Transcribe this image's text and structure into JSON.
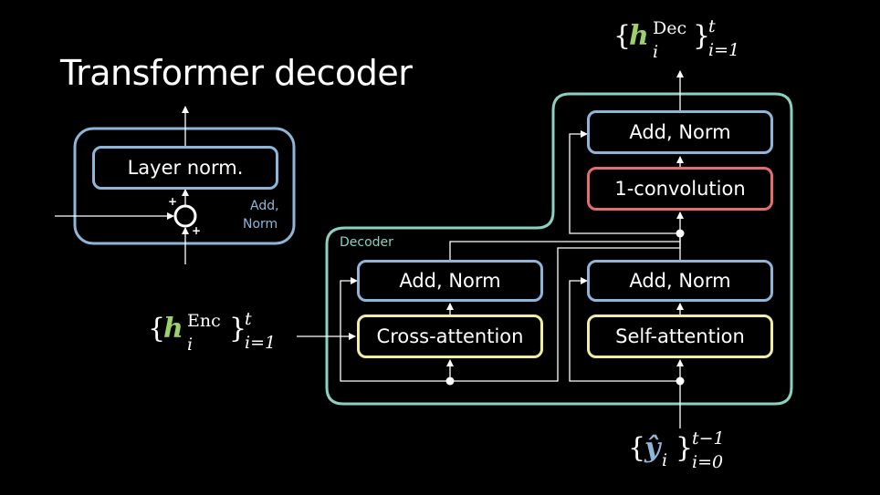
{
  "title": "Transformer decoder",
  "colors": {
    "background": "#000000",
    "add_norm_border": "#8fb6d9",
    "decoder_border": "#8ad1c2",
    "convolution_border": "#e46d70",
    "attention_border": "#f1eda2",
    "h_symbol": "#9bd06b",
    "y_symbol": "#8fb6d9"
  },
  "legend": {
    "layer_norm_label": "Layer norm.",
    "add_norm_caption_line1": "Add,",
    "add_norm_caption_line2": "Norm",
    "plus_top": "+",
    "plus_bottom": "+"
  },
  "decoder": {
    "label": "Decoder",
    "cross_add_norm": "Add, Norm",
    "cross_attention": "Cross-attention",
    "self_add_norm": "Add, Norm",
    "self_attention": "Self-attention",
    "conv_add_norm": "Add, Norm",
    "convolution": "1-convolution"
  },
  "math": {
    "output": {
      "open": "{",
      "symbol": "h",
      "superscript": "Dec",
      "subscript": "i",
      "close": "}",
      "upper": "t",
      "lower": "i=1"
    },
    "encoder": {
      "open": "{",
      "symbol": "h",
      "superscript": "Enc",
      "subscript": "i",
      "close": "}",
      "upper": "t",
      "lower": "i=1"
    },
    "input": {
      "open": "{",
      "symbol": "ŷ",
      "subscript": "i",
      "close": "}",
      "upper": "t−1",
      "lower": "i=0"
    }
  }
}
